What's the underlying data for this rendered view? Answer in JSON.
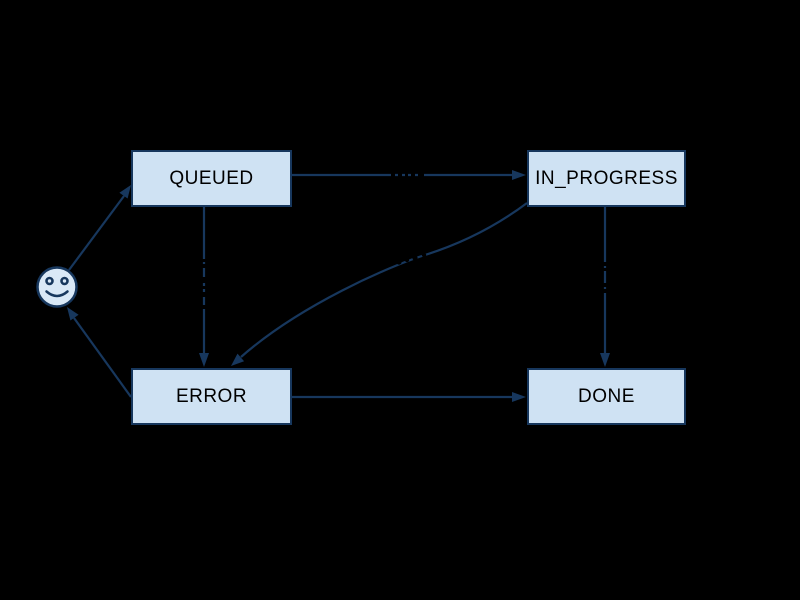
{
  "diagram": {
    "type": "state-machine",
    "background_color": "#000000",
    "node_fill_color": "#cfe2f3",
    "node_border_color": "#17375d",
    "edge_color": "#17375d",
    "node_text_color": "#000000",
    "start_icon": "smiley-face-icon",
    "nodes": [
      {
        "id": "QUEUED",
        "label": "QUEUED"
      },
      {
        "id": "IN_PROGRESS",
        "label": "IN_PROGRESS"
      },
      {
        "id": "ERROR",
        "label": "ERROR"
      },
      {
        "id": "DONE",
        "label": "DONE"
      }
    ],
    "edges": [
      {
        "from": "start",
        "to": "QUEUED"
      },
      {
        "from": "QUEUED",
        "to": "IN_PROGRESS"
      },
      {
        "from": "QUEUED",
        "to": "ERROR"
      },
      {
        "from": "IN_PROGRESS",
        "to": "ERROR"
      },
      {
        "from": "IN_PROGRESS",
        "to": "DONE"
      },
      {
        "from": "ERROR",
        "to": "DONE"
      },
      {
        "from": "ERROR",
        "to": "start"
      }
    ]
  }
}
